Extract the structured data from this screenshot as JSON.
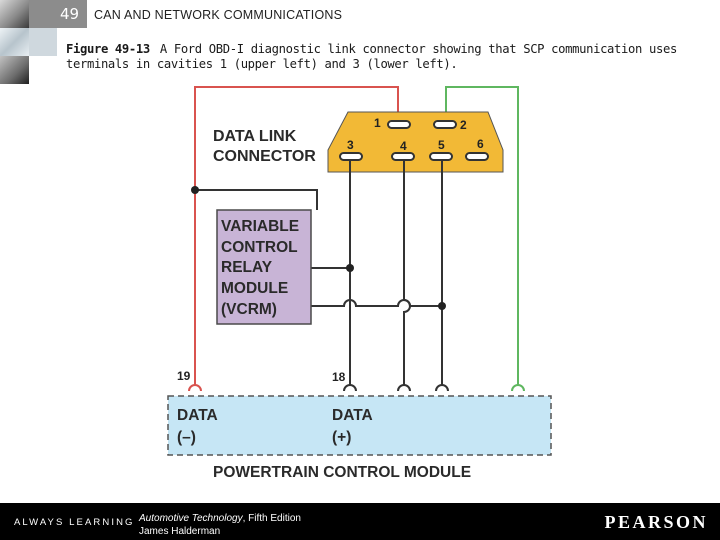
{
  "header": {
    "chapter_number": "49",
    "chapter_title": "CAN AND NETWORK COMMUNICATIONS"
  },
  "caption": {
    "figure_label": "Figure 49-13",
    "text": "A Ford OBD-I diagnostic link connector showing that SCP communication uses terminals in cavities 1 (upper left) and 3 (lower left)."
  },
  "diagram": {
    "dlc_label_line1": "DATA LINK",
    "dlc_label_line2": "CONNECTOR",
    "pins": [
      "1",
      "2",
      "3",
      "4",
      "5",
      "6"
    ],
    "vcrm_lines": [
      "VARIABLE",
      "CONTROL",
      "RELAY",
      "MODULE",
      "(VCRM)"
    ],
    "pcm_pin_left": "19",
    "pcm_pin_right": "18",
    "data_minus_line1": "DATA",
    "data_minus_line2": "(–)",
    "data_plus_line1": "DATA",
    "data_plus_line2": "(+)",
    "pcm_label": "POWERTRAIN CONTROL MODULE",
    "colors": {
      "red_wire": "#d9534f",
      "green_wire": "#5fb760",
      "connector_fill": "#f2b936",
      "module_fill": "#c8b4d6",
      "pcm_fill": "#c6e6f5"
    }
  },
  "footer": {
    "left": "ALWAYS LEARNING",
    "book_title": "Automotive Technology",
    "book_edition": ", Fifth Edition",
    "author": "James Halderman",
    "brand": "PEARSON"
  }
}
